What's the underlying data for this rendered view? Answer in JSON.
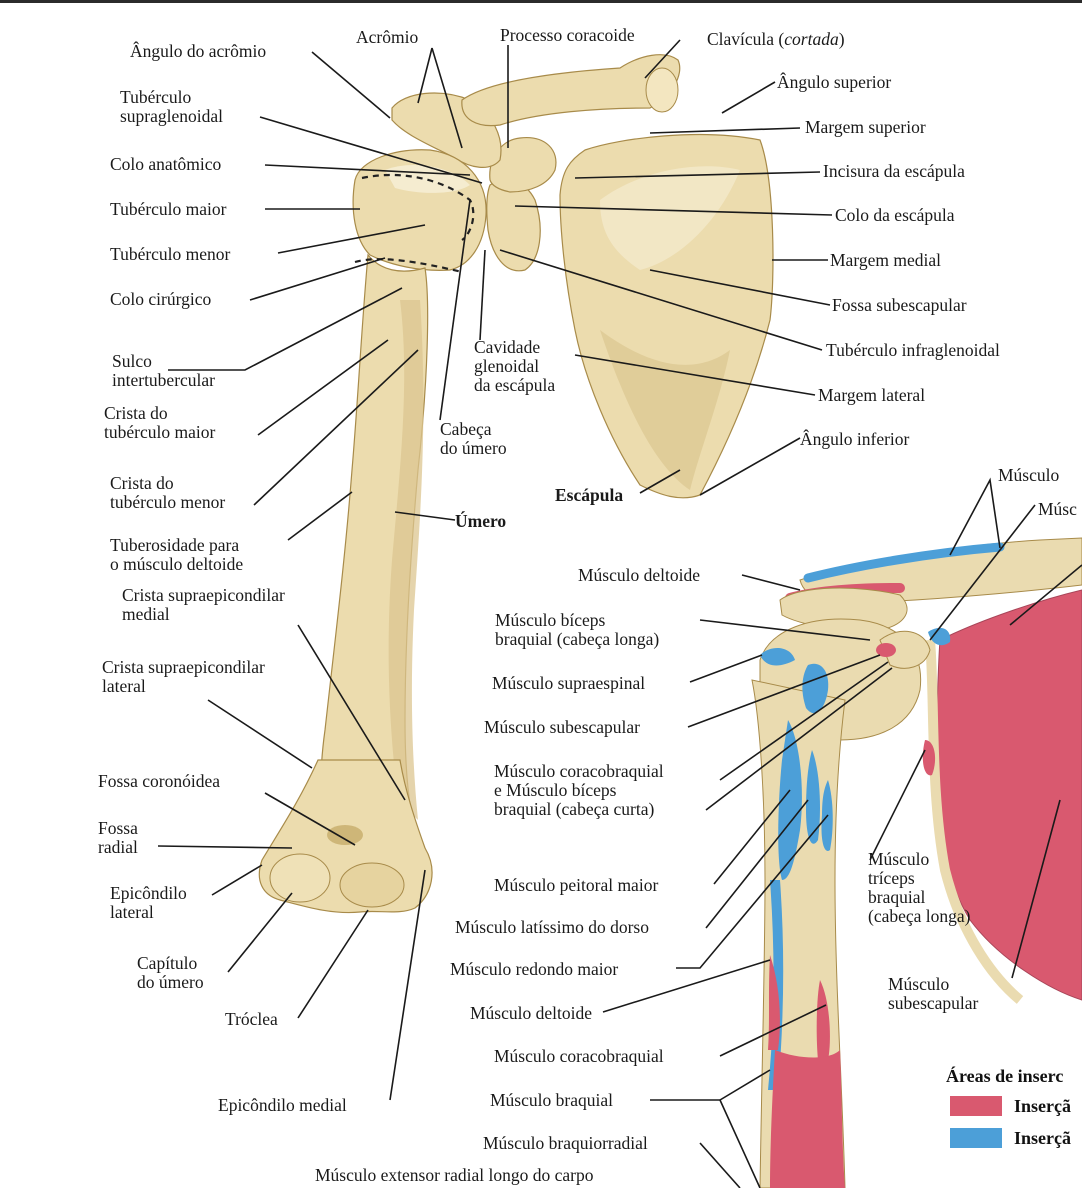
{
  "colors": {
    "bone": "#ecdcae",
    "bone_shadow": "#d3bd80",
    "bone_light": "#f7efd6",
    "origin": "#d9596f",
    "insertion": "#4c9fd8",
    "line": "#1a1a1a"
  },
  "left_labels": {
    "angulo_acromio": "Ângulo do acrômio",
    "acromio": "Acrômio",
    "processo_coracoide": "Processo coracoide",
    "clavicula_prefix": "Clavícula (",
    "clavicula_italic": "cortada",
    "clavicula_suffix": ")",
    "angulo_superior": "Ângulo superior",
    "tuberculo_supraglenoidal": "Tubérculo\nsupraglenoidal",
    "margem_superior": "Margem superior",
    "colo_anatomico": "Colo anatômico",
    "incisura_escapula": "Incisura da escápula",
    "tuberculo_maior": "Tubérculo maior",
    "colo_escapula": "Colo da escápula",
    "tuberculo_menor": "Tubérculo menor",
    "margem_medial": "Margem medial",
    "colo_cirurgico": "Colo cirúrgico",
    "fossa_subescapular": "Fossa subescapular",
    "cavidade_glenoidal": "Cavidade\nglenoidal\nda escápula",
    "tuberculo_infraglenoidal": "Tubérculo infraglenoidal",
    "sulco_intertubercular": "Sulco\nintertubercular",
    "margem_lateral": "Margem lateral",
    "crista_tuberculo_maior": "Crista do\ntubérculo maior",
    "cabeca_umero": "Cabeça\ndo úmero",
    "angulo_inferior": "Ângulo inferior",
    "crista_tuberculo_menor": "Crista do\ntubérculo menor",
    "escapula": "Escápula",
    "umero": "Úmero",
    "tuberosidade_deltoide": "Tuberosidade para\no músculo deltoide",
    "crista_supra_medial": "Crista supraepicondilar\nmedial",
    "crista_supra_lateral": "Crista supraepicondilar\nlateral",
    "fossa_coronoidea": "Fossa coronóidea",
    "fossa_radial": "Fossa\nradial",
    "epicondilo_lateral": "Epicôndilo\nlateral",
    "capitulo_umero": "Capítulo\ndo úmero",
    "troclea": "Tróclea",
    "epicondilo_medial": "Epicôndilo medial"
  },
  "right_labels": {
    "musculo_top1": "Músculo",
    "musculo_top2": "Músc",
    "deltoide_top": "Músculo deltoide",
    "biceps_longa": "Músculo bíceps\nbraquial (cabeça longa)",
    "supraespinal": "Músculo supraespinal",
    "subescapular": "Músculo subescapular",
    "coracobraquial_biceps": "Músculo coracobraquial\ne Músculo bíceps\nbraquial (cabeça curta)",
    "triceps_longa": "Músculo\ntríceps\nbraquial\n(cabeça longa)",
    "peitoral_maior": "Músculo peitoral maior",
    "latissimo_dorso": "Músculo latíssimo do dorso",
    "redondo_maior": "Músculo redondo maior",
    "subescapular_2": "Músculo\nsubescapular",
    "deltoide_bottom": "Músculo deltoide",
    "coracobraquial": "Músculo coracobraquial",
    "braquial": "Músculo braquial",
    "braquiorradial": "Músculo braquiorradial",
    "extensor_radial": "Músculo extensor radial longo do carpo"
  },
  "legend": {
    "title": "Áreas de inserc",
    "origin_label": "Inserçã",
    "insertion_label": "Inserçã"
  }
}
